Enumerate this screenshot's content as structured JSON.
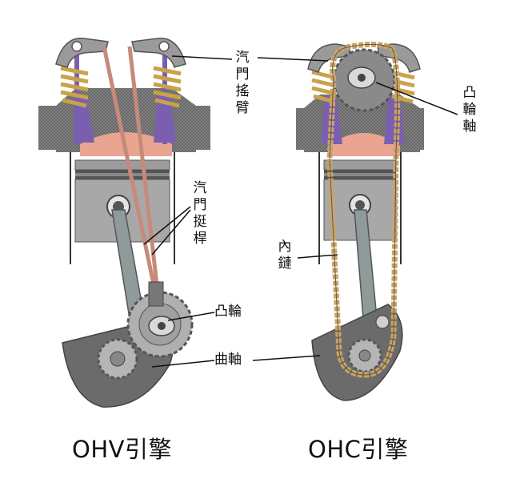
{
  "labels": {
    "rocker_arm": "汽\n門\n搖\n臂",
    "pushrod": "汽\n門\n挺\n桿",
    "cam_ohv": "凸輪",
    "crankshaft": "曲軸",
    "camshaft": "凸\n輪\n軸",
    "chain": "內\n鏈"
  },
  "captions": {
    "ohv": "OHV引擎",
    "ohc": "OHC引擎"
  },
  "colors": {
    "metal_dark": "#6b6b6b",
    "metal_mid": "#9a9a9a",
    "head_grey": "#8c8c8c",
    "combustion": "#e9a58f",
    "valve_spring": "#c9a24a",
    "valve_stem": "#7a5fb0",
    "pushrod": "#c78a7a",
    "chain": "#c8a46a"
  }
}
